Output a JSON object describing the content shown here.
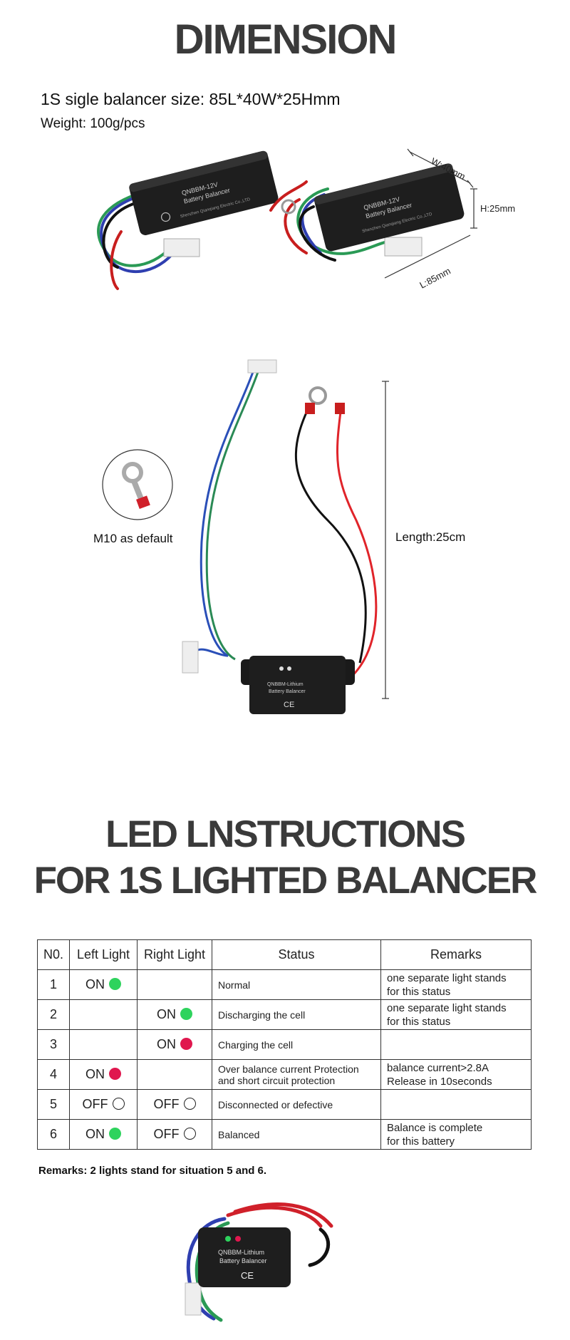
{
  "dimension": {
    "title": "DIMENSION",
    "size_text": "1S sigle balancer size: 85L*40W*25Hmm",
    "weight_text": "Weight: 100g/pcs",
    "labels": {
      "width": "W:40mm",
      "height": "H:25mm",
      "length": "L:85mm"
    },
    "device_lines": [
      "QNBBM-12V",
      "Battery Balancer",
      "Shenzhen Qianqiang Electric Co.,LTD"
    ]
  },
  "cable": {
    "ring_label": "M10 as default",
    "length_label": "Length:25cm",
    "device_lines": [
      "QNBBM-Lithium",
      "Battery Balancer"
    ],
    "ce_mark": "CE"
  },
  "led": {
    "title_line1": "LED LNSTRUCTIONS",
    "title_line2": "FOR 1S LIGHTED BALANCER",
    "headers": [
      "N0.",
      "Left Light",
      "Right Light",
      "Status",
      "Remarks"
    ],
    "rows": [
      {
        "no": "1",
        "left": "ON",
        "left_dot": "green",
        "right": "",
        "right_dot": "",
        "status": "Normal",
        "remarks": [
          "one separate light stands",
          "for this status"
        ]
      },
      {
        "no": "2",
        "left": "",
        "left_dot": "",
        "right": "ON",
        "right_dot": "green",
        "status": "Discharging the cell",
        "remarks": [
          "one separate light stands",
          "for this status"
        ]
      },
      {
        "no": "3",
        "left": "",
        "left_dot": "",
        "right": "ON",
        "right_dot": "red",
        "status": "Charging the cell",
        "remarks": [
          "",
          ""
        ]
      },
      {
        "no": "4",
        "left": "ON",
        "left_dot": "red",
        "right": "",
        "right_dot": "",
        "status": [
          "Over balance current Protection",
          "and short circuit protection"
        ],
        "remarks": [
          "balance current>2.8A",
          "Release in 10seconds"
        ]
      },
      {
        "no": "5",
        "left": "OFF",
        "left_dot": "off",
        "right": "OFF",
        "right_dot": "off",
        "status": "Disconnected or defective",
        "remarks": [
          "",
          ""
        ]
      },
      {
        "no": "6",
        "left": "ON",
        "left_dot": "green",
        "right": "OFF",
        "right_dot": "off",
        "status": "Balanced",
        "remarks": [
          "Balance is complete",
          "for this battery"
        ]
      }
    ],
    "remarks_note": "Remarks: 2 lights stand for situation 5 and 6."
  },
  "product_photo": {
    "device_lines": [
      "QNBBM-Lithium",
      "Battery Balancer"
    ],
    "ce_mark": "CE"
  },
  "colors": {
    "title": "#3a3a3a",
    "green_led": "#2ed35d",
    "red_led": "#e0174e",
    "device_body": "#1e1e1e"
  }
}
